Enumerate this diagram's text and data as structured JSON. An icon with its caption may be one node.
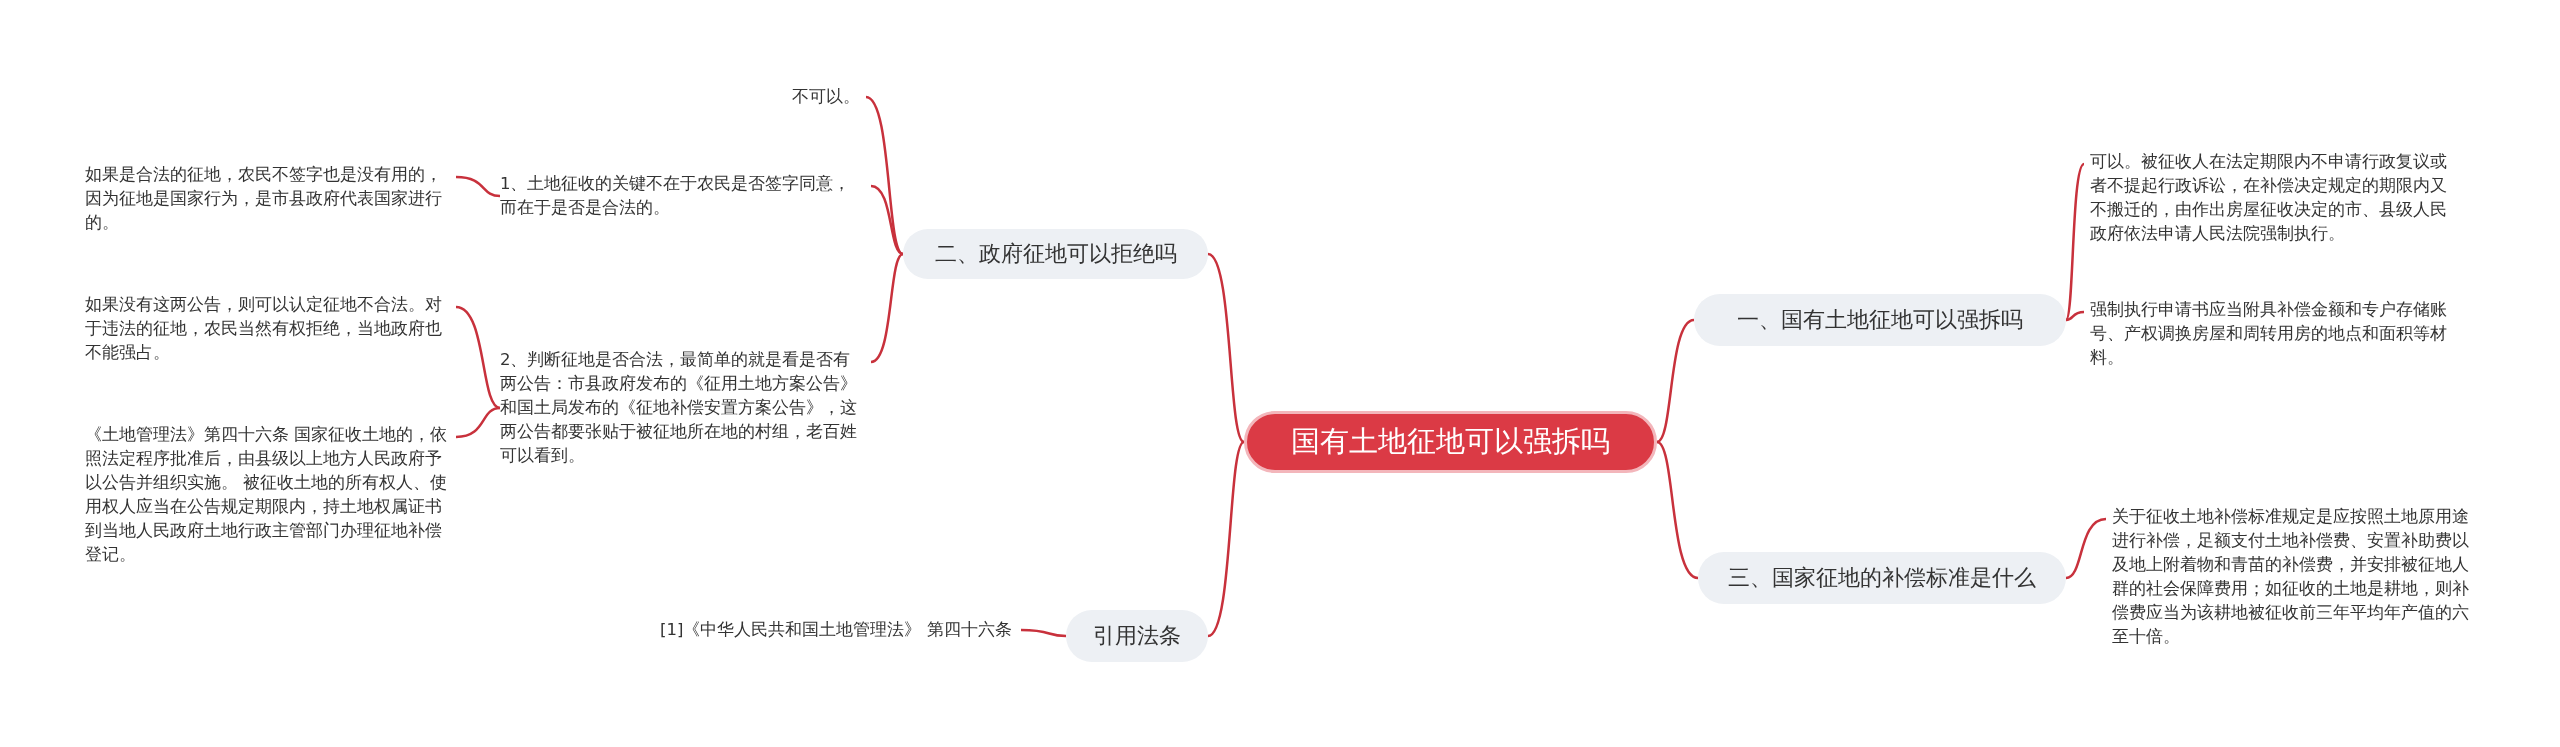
{
  "diagram": {
    "nodes": [
      {
        "text": [
          "国有土地征地可以强拆吗"
        ]
      },
      {
        "text": [
          "一、国有土地征地可以强拆吗"
        ]
      },
      {
        "text": [
          "可以。被征收人在法定期限内不申请行政复议或者不提起行政诉讼，在补偿决定规定的期限内又不搬迁的，由作出房屋征收决定的市、县级人民政府依法申请人民法院强制执行。"
        ]
      },
      {
        "text": [
          "强制执行申请书应当附具补偿金额和专户存储账号、产权调换房屋和周转用房的地点和面积等材料。"
        ]
      },
      {
        "text": [
          "二、政府征地可以拒绝吗"
        ]
      },
      {
        "text": [
          "不可以。"
        ]
      },
      {
        "text": [
          "1、土地征收的关键不在于农民是否签字同意，而在于是否是合法的。"
        ]
      },
      {
        "text": [
          "如果是合法的征地，农民不签字也是没有用的，因为征地是国家行为，是市县政府代表国家进行的。"
        ]
      },
      {
        "text": [
          "2、判断征地是否合法，最简单的就是看是否有两公告：市县政府发布的《征用土地方案公告》和国土局发布的《征地补偿安置方案公告》，这两公告都要张贴于被征地所在地的村组，老百姓可以看到。"
        ]
      },
      {
        "text": [
          "如果没有这两公告，则可以认定征地不合法。对于违法的征地，农民当然有权拒绝，当地政府也不能强占。"
        ]
      },
      {
        "text": [
          "《土地管理法》第四十六条 国家征收土地的，依照法定程序批准后，由县级以上地方人民政府予以公告并组织实施。 被征收土地的所有权人、使用权人应当在公告规定期限内，持土地权属证书到当地人民政府土地行政主管部门办理征地补偿登记。"
        ]
      },
      {
        "text": [
          "三、国家征地的补偿标准是什么"
        ]
      },
      {
        "text": [
          "关于征收土地补偿标准规定是应按照土地原用途进行补偿，足额支付土地补偿费、安置补助费以及地上附着物和青苗的补偿费，并安排被征地人群的社会保障费用；如征收的土地是耕地，则补偿费应当为该耕地被征收前三年平均年产值的六至十倍。"
        ]
      },
      {
        "text": [
          "引用法条"
        ]
      },
      {
        "text": [
          "[1]《中华人民共和国土地管理法》 第四十六条"
        ]
      }
    ],
    "edges": [
      {
        "from": 0,
        "to": 1,
        "arrow": "none"
      },
      {
        "from": 1,
        "to": 2,
        "arrow": "none"
      },
      {
        "from": 1,
        "to": 3,
        "arrow": "none"
      },
      {
        "from": 0,
        "to": 4,
        "arrow": "none"
      },
      {
        "from": 4,
        "to": 5,
        "arrow": "none"
      },
      {
        "from": 4,
        "to": 6,
        "arrow": "none"
      },
      {
        "from": 6,
        "to": 7,
        "arrow": "none"
      },
      {
        "from": 4,
        "to": 8,
        "arrow": "none"
      },
      {
        "from": 8,
        "to": 9,
        "arrow": "none"
      },
      {
        "from": 8,
        "to": 10,
        "arrow": "none"
      },
      {
        "from": 0,
        "to": 11,
        "arrow": "none"
      },
      {
        "from": 11,
        "to": 12,
        "arrow": "none"
      },
      {
        "from": 0,
        "to": 13,
        "arrow": "none"
      },
      {
        "from": 13,
        "to": 14,
        "arrow": "none"
      }
    ]
  }
}
